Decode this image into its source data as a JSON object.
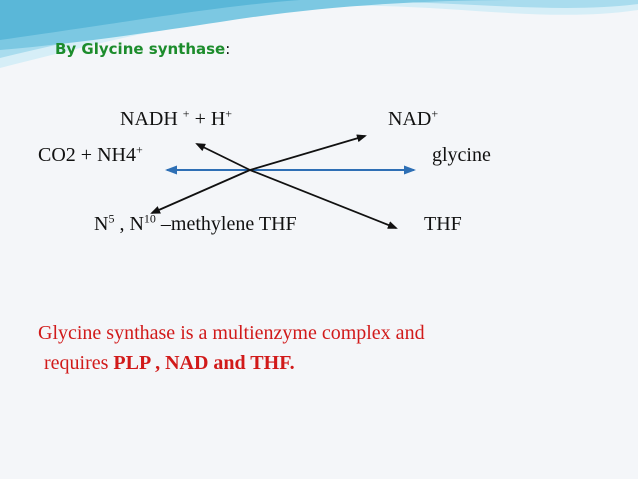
{
  "heading": {
    "title": "By Glycine synthase",
    "colon": ":"
  },
  "reaction": {
    "nadh": "NADH",
    "nadh_plus": "+",
    "plus_h": "+ H",
    "h_charge": "+",
    "nad": "NAD",
    "nad_charge": "+",
    "co2": "CO2 + NH4",
    "nh4_charge": "+",
    "glycine": "glycine",
    "n_prefix": "N",
    "n5_sup": "5",
    "n_mid": " , N",
    "n10_sup": "10",
    "methylene": " –methylene THF",
    "thf": "THF"
  },
  "note": {
    "line1": "Glycine synthase is a multienzyme complex and",
    "line2_prefix": "requires ",
    "line2_bold": "PLP , NAD and THF."
  },
  "colors": {
    "accent_green": "#1c8c2c",
    "accent_red": "#d11a1a",
    "arrow_blue": "#2e6fb5",
    "wave_light": "#bfe4f1",
    "wave_dark": "#5cb8d8"
  }
}
